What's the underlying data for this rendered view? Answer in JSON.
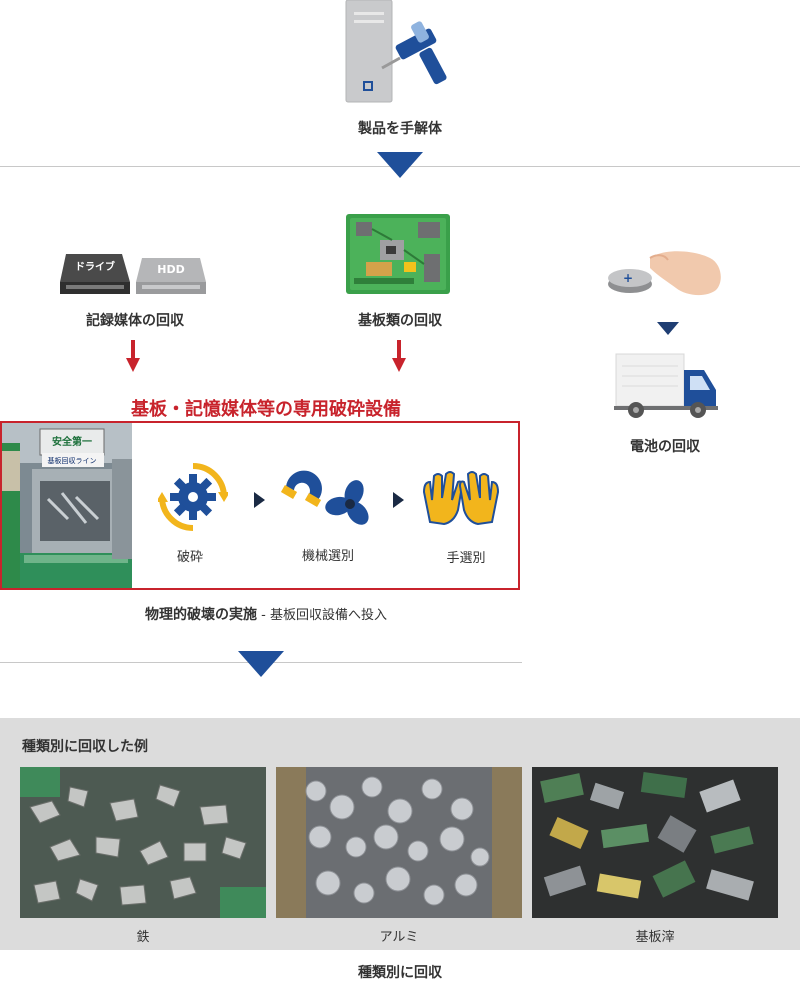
{
  "step1": {
    "label": "製品を手解体"
  },
  "media": {
    "label": "記録媒体の回収",
    "drive_label": "ドライブ",
    "hdd_label": "HDD"
  },
  "boards": {
    "label": "基板類の回収"
  },
  "battery": {
    "label": "電池の回収"
  },
  "crusher": {
    "title": "基板・記憶媒体等の専用破砕設備",
    "photo_sign1": "安全第一",
    "photo_sign2": "基板回収ライン",
    "stages": [
      {
        "label": "破砕"
      },
      {
        "label": "機械選別"
      },
      {
        "label": "手選別"
      }
    ],
    "caption_main": "物理的破壊の実施",
    "caption_sub": " - 基板回収設備へ投入"
  },
  "examples": {
    "heading": "種類別に回収した例",
    "items": [
      {
        "label": "鉄"
      },
      {
        "label": "アルミ"
      },
      {
        "label": "基板滓"
      }
    ],
    "footer": "種類別に回収"
  },
  "colors": {
    "accent_blue": "#1f4f9a",
    "accent_red": "#c8232c",
    "highlight_yellow": "#f2b51c"
  }
}
